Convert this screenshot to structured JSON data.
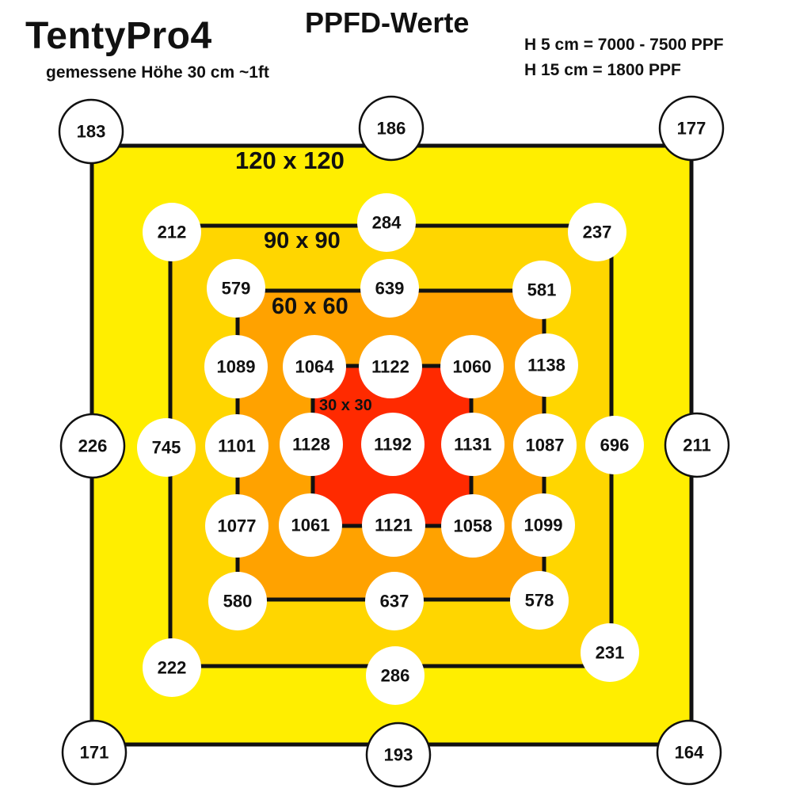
{
  "brand": "TentyPro4",
  "subtitle": "gemessene Höhe 30 cm ~1ft",
  "title": "PPFD-Werte",
  "notes": [
    "H   5 cm = 7000 - 7500 PPF",
    "H 15 cm = 1800 PPF"
  ],
  "colors": {
    "square_120": "#ffee00",
    "square_90": "#ffd600",
    "square_60": "#ffa200",
    "square_30": "#ff2a00",
    "frame": "#111111",
    "circle_fill": "#ffffff"
  },
  "squares": [
    {
      "id": "120",
      "label": "120 x 120"
    },
    {
      "id": "90",
      "label": "90 x 90"
    },
    {
      "id": "60",
      "label": "60 x 60"
    },
    {
      "id": "30",
      "label": "30 x 30"
    }
  ],
  "measurements": {
    "outer_ring": [
      "183",
      "186",
      "177",
      "226",
      "211",
      "171",
      "193",
      "164"
    ],
    "ring_90": [
      "212",
      "284",
      "237",
      "745",
      "696",
      "222",
      "286",
      "231"
    ],
    "ring_60": [
      "579",
      "639",
      "581",
      "1089",
      "1138",
      "1101",
      "1087",
      "1077",
      "1099",
      "580",
      "637",
      "578"
    ],
    "ring_30": [
      "1064",
      "1122",
      "1060",
      "1128",
      "1131",
      "1061",
      "1121",
      "1058"
    ],
    "center": "1192"
  }
}
